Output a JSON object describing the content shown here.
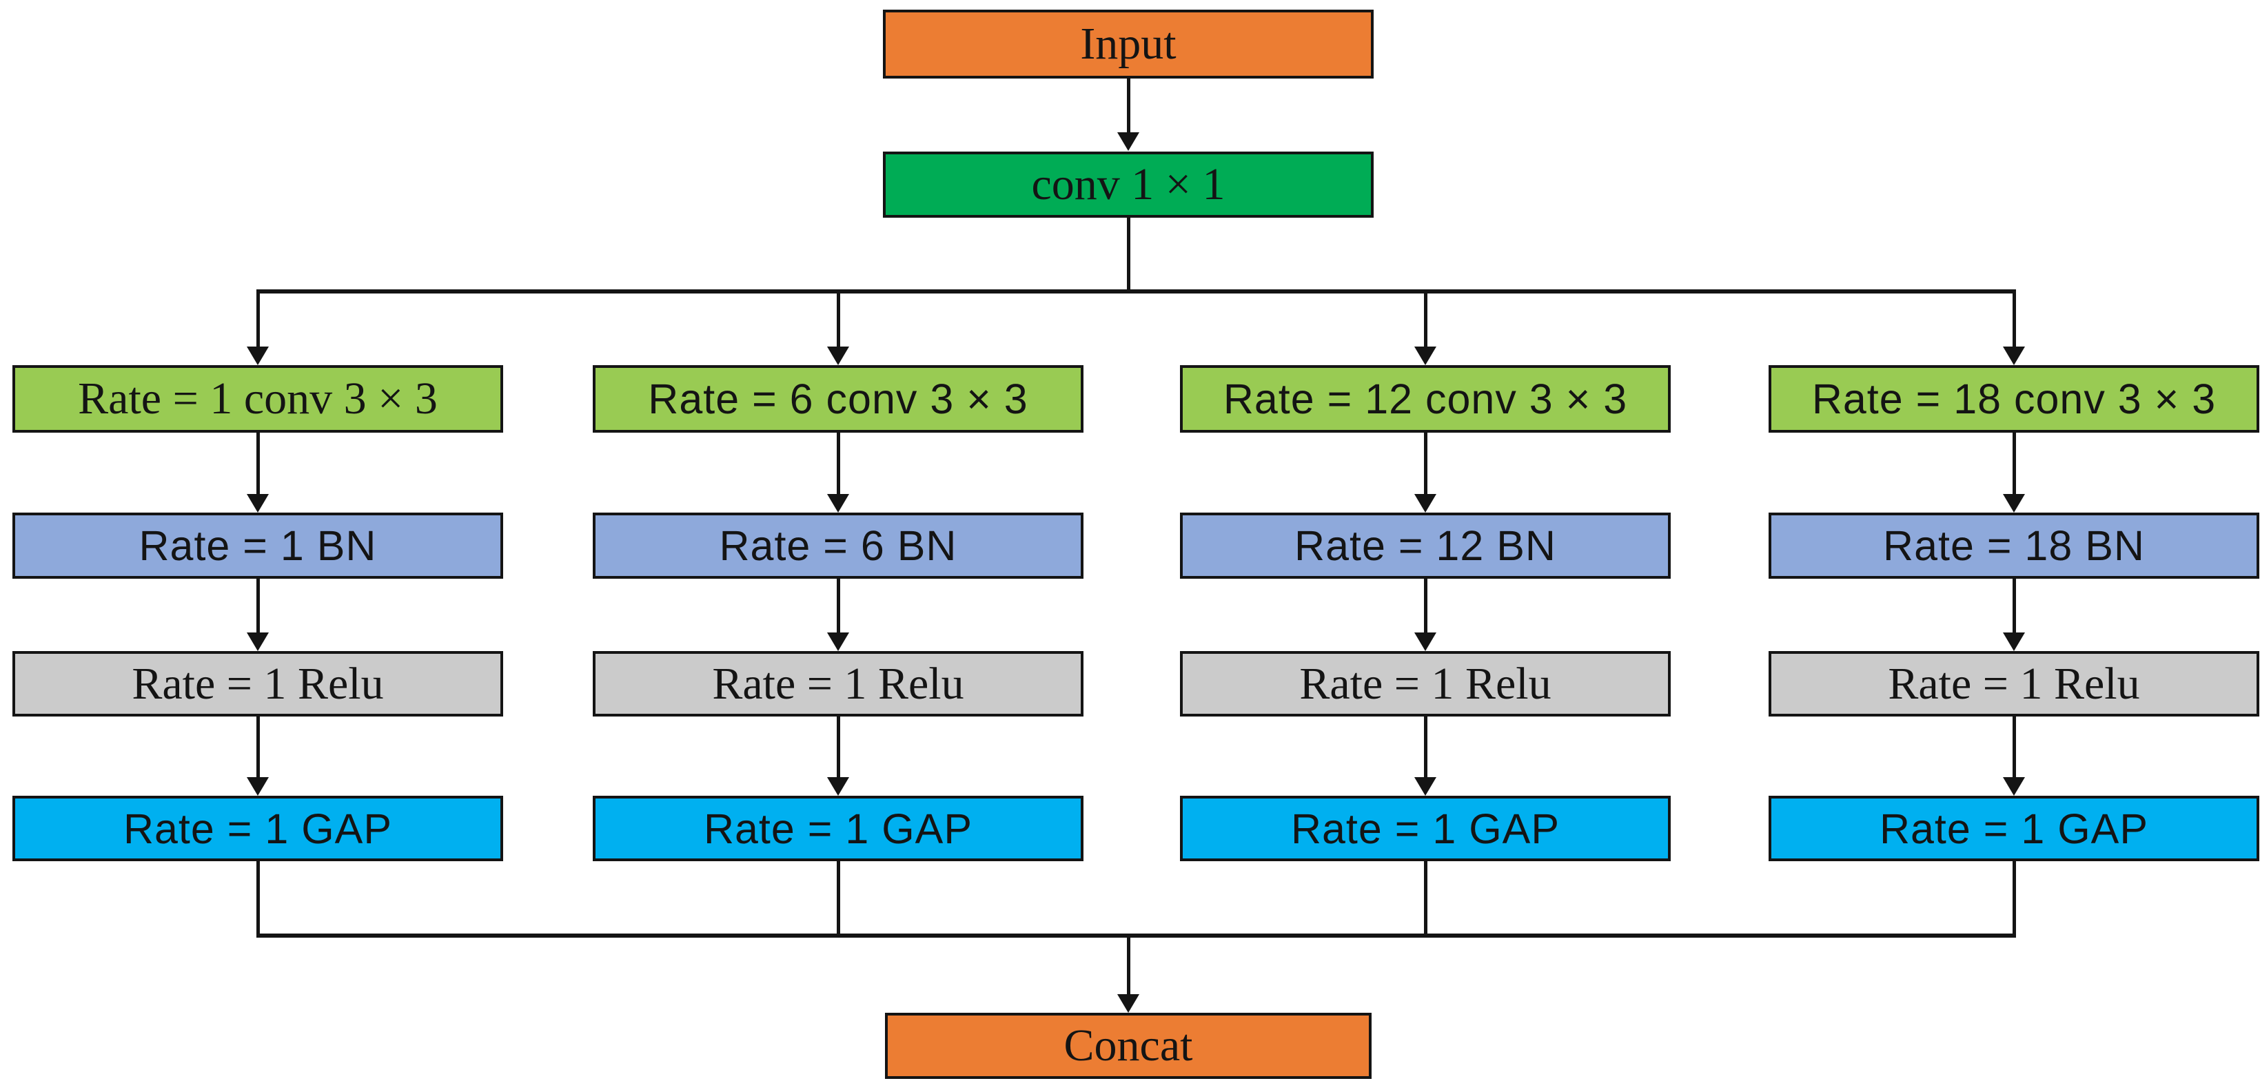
{
  "diagram": {
    "nodes": {
      "input": "Input",
      "conv1x1": "conv 1 × 1",
      "concat": "Concat"
    },
    "branches": [
      {
        "conv": "Rate = 1 conv 3 × 3",
        "bn": "Rate = 1 BN",
        "relu": "Rate = 1 Relu",
        "gap": "Rate = 1 GAP"
      },
      {
        "conv": "Rate = 6 conv 3 × 3",
        "bn": "Rate = 6 BN",
        "relu": "Rate = 1 Relu",
        "gap": "Rate = 1 GAP"
      },
      {
        "conv": "Rate = 12 conv 3 × 3",
        "bn": "Rate = 12 BN",
        "relu": "Rate = 1 Relu",
        "gap": "Rate = 1 GAP"
      },
      {
        "conv": "Rate = 18 conv 3 × 3",
        "bn": "Rate = 18 BN",
        "relu": "Rate = 1 Relu",
        "gap": "Rate = 1 GAP"
      }
    ],
    "colors": {
      "terminal_orange": "#EC7D33",
      "conv1x1_green": "#00AC55",
      "conv3x3_green": "#99CB53",
      "bn_blue": "#8EA9DB",
      "relu_gray": "#CBCBCB",
      "gap_cyan": "#00B0F0",
      "line_black": "#141414",
      "background": "#FFFFFF"
    }
  }
}
